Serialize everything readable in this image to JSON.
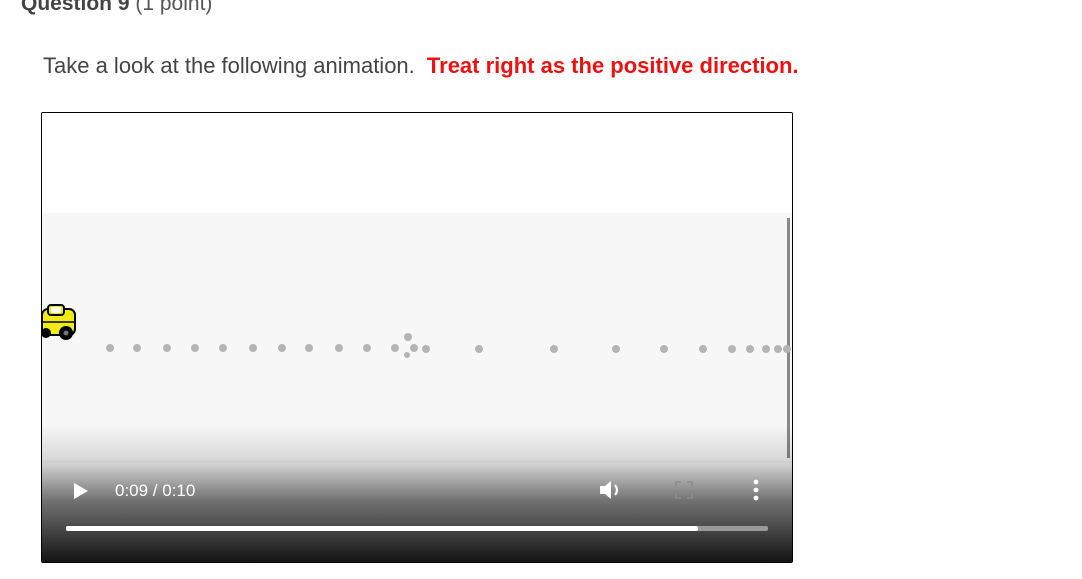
{
  "question": {
    "label": "Question 9",
    "points": "(1 point)"
  },
  "prompt": {
    "text": "Take a look at the following animation.",
    "emphasis": "Treat right as the positive direction.",
    "emphasis_color": "#ee1111"
  },
  "video": {
    "time": "0:09 / 0:10",
    "progress": 0.9,
    "controls": {
      "play_icon": "play-icon",
      "volume_icon": "volume-icon",
      "fullscreen_icon": "fullscreen-icon",
      "menu_icon": "more-vertical-icon"
    }
  }
}
